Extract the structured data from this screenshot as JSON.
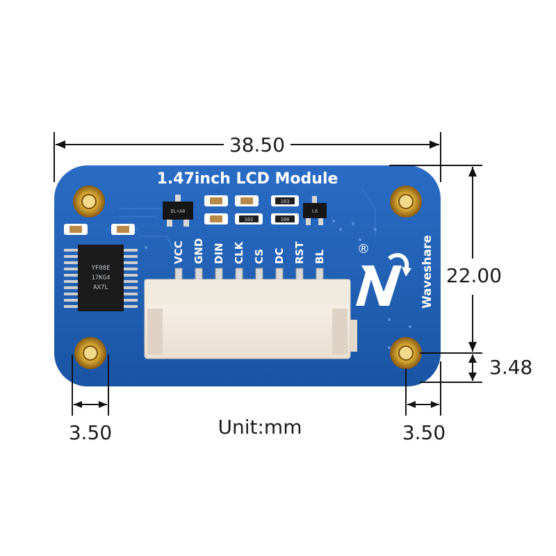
{
  "board": {
    "title": "1.47inch LCD Module",
    "brand": "Waveshare",
    "registered_mark": "®",
    "color": "#1f5fb3",
    "pins": [
      "VCC",
      "GND",
      "DIN",
      "CLK",
      "CS",
      "DC",
      "RST",
      "BL"
    ],
    "chip_markings": [
      "YF08E",
      "17KG4",
      "AX7L"
    ],
    "small_marks": [
      "DL+A8",
      "103",
      "102",
      "100",
      "L6"
    ]
  },
  "dimensions": {
    "width": "38.50",
    "height": "22.00",
    "hole_offset_bottom": "3.48",
    "hole_offset_left": "3.50",
    "hole_offset_right": "3.50"
  },
  "unit_label": "Unit:mm"
}
